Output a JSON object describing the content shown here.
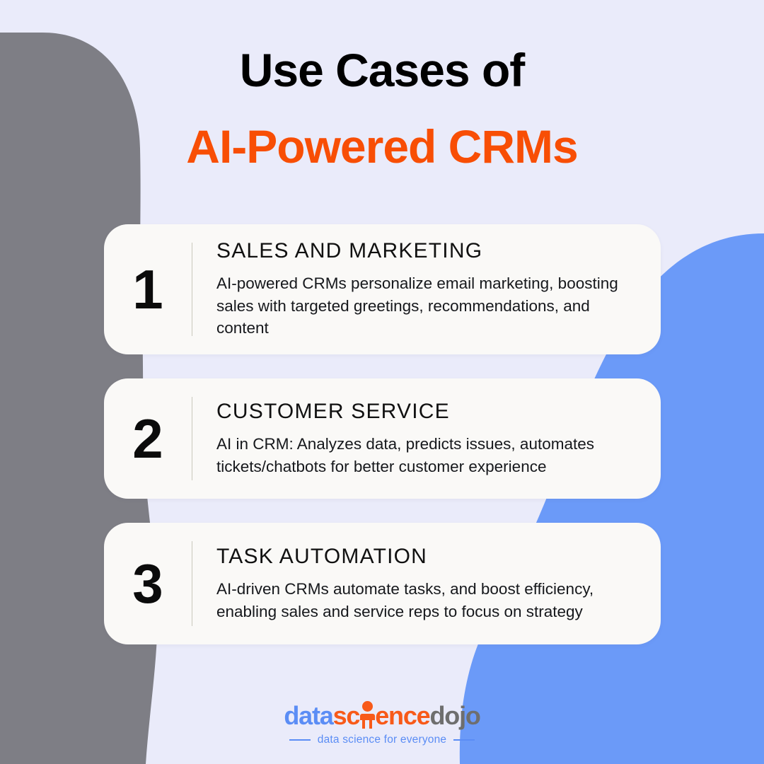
{
  "colors": {
    "background": "#eaebfa",
    "blob_gray": "#7e7e85",
    "blob_blue": "#6b9af8",
    "card_bg": "#faf9f7",
    "accent_orange": "#f84e05",
    "text_black": "#000000",
    "logo_blue": "#5b8df5",
    "logo_orange": "#f85a19",
    "logo_gray": "#6e6e6e",
    "divider": "#c9c8bd"
  },
  "header": {
    "title_line1": "Use Cases of",
    "title_line2": "AI-Powered CRMs"
  },
  "cards": [
    {
      "number": "1",
      "title": "SALES AND MARKETING",
      "description": "AI-powered CRMs personalize email marketing, boosting sales with targeted greetings, recommendations, and content"
    },
    {
      "number": "2",
      "title": "CUSTOMER SERVICE",
      "description": "AI in CRM: Analyzes data, predicts issues, automates tickets/chatbots for better customer experience"
    },
    {
      "number": "3",
      "title": "TASK AUTOMATION",
      "description": "AI-driven CRMs automate tasks, and boost efficiency, enabling sales and service reps to focus on strategy"
    }
  ],
  "logo": {
    "part_data": "data",
    "part_sc": "sc",
    "part_ence": "ence",
    "part_dojo": "dojo",
    "full_name": "datasciencedojo",
    "tagline": "data science for everyone"
  }
}
